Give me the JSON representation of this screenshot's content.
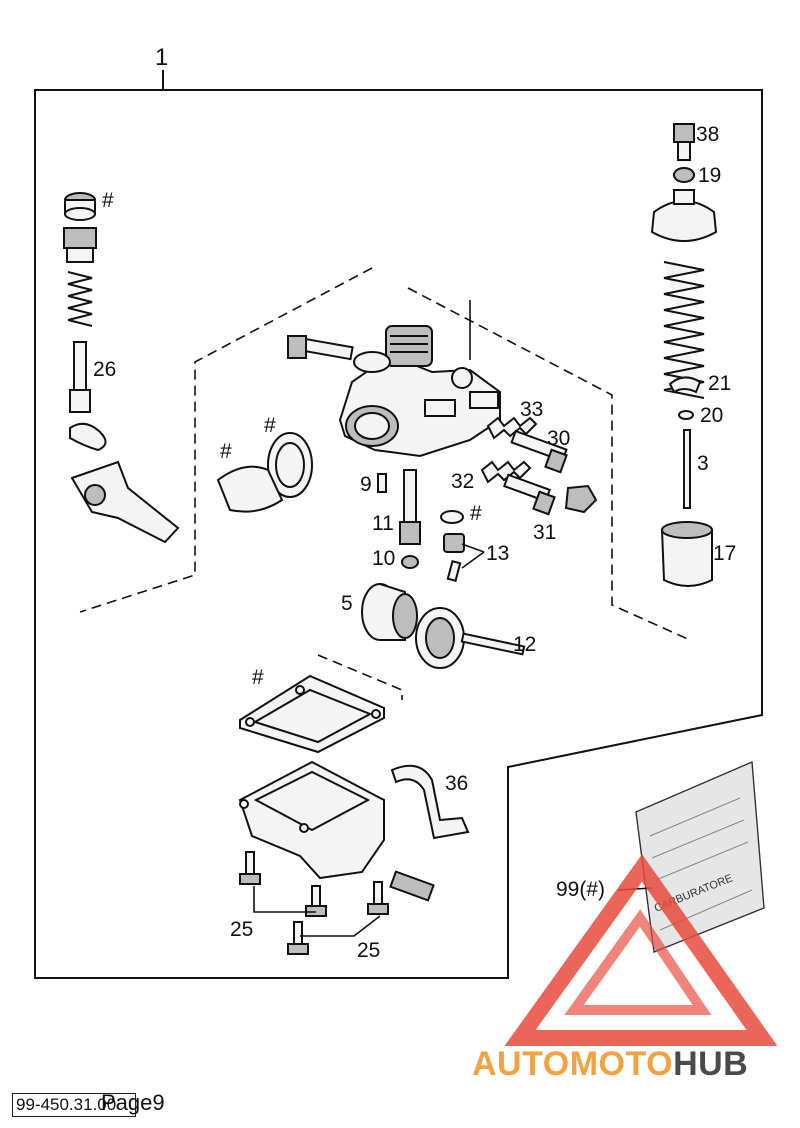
{
  "diagram": {
    "assembly_label": "1",
    "callouts": {
      "c38": "38",
      "c19": "19",
      "c21": "21",
      "c20": "20",
      "c3": "3",
      "c17": "17",
      "c26": "26",
      "c33": "33",
      "c30": "30",
      "c32": "32",
      "c31": "31",
      "c9": "9",
      "c11": "11",
      "c10": "10",
      "c13": "13",
      "c5": "5",
      "c12": "12",
      "c36": "36",
      "c25a": "25",
      "c25b": "25",
      "c99": "99(#)",
      "hash1": "#",
      "hash2": "#",
      "hash3": "#",
      "hash4": "#",
      "hash5": "#"
    }
  },
  "kit_bag_text": "CARBURATORE",
  "footer": {
    "code": "99-450.31.00",
    "page": "Page9"
  },
  "watermark": {
    "word_orange": "AUTOMOTO",
    "word_dark": "HUB",
    "color_orange": "#f2a341",
    "color_red": "#e84b3c",
    "color_dark": "#4a4a4a"
  }
}
